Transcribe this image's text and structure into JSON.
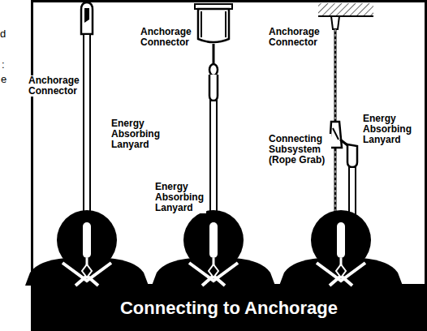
{
  "diagram": {
    "title": "Connecting to Anchorage",
    "labels": [
      "d",
      ":",
      "e",
      "Anchorage Connector",
      "Energy Absorbing Lanyard",
      "Anchorage Connector",
      "Energy Absorbing Lanyard",
      "Anchorage Connector",
      "Connecting Subsystem (Rope Grab)",
      "Energy Absorbing Lanyard"
    ]
  }
}
